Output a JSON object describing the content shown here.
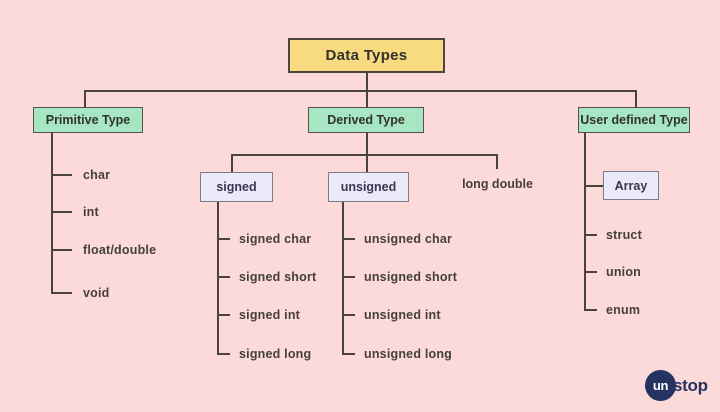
{
  "diagram": {
    "title": "Data Types hierarchy",
    "root": {
      "label": "Data Types"
    },
    "primitive": {
      "label": "Primitive Type",
      "children": [
        "char",
        "int",
        "float/double",
        "void"
      ]
    },
    "derived": {
      "label": "Derived Type",
      "signed": {
        "label": "signed",
        "children": [
          "signed char",
          "signed short",
          "signed int",
          "signed long"
        ]
      },
      "unsigned": {
        "label": "unsigned",
        "children": [
          "unsigned char",
          "unsigned short",
          "unsigned int",
          "unsigned long"
        ]
      },
      "long_double": "long double"
    },
    "user_defined": {
      "label": "User defined Type",
      "array_label": "Array",
      "children": [
        "struct",
        "union",
        "enum"
      ]
    }
  },
  "logo": {
    "prefix": "un",
    "suffix": "stop"
  },
  "colors": {
    "background": "#fcdada",
    "root_fill": "#f8db80",
    "branch_fill": "#a6e6c3",
    "sub_fill": "#eaeaf8",
    "line": "#4a423d",
    "text": "#45403d",
    "logo_navy": "#24335f"
  }
}
